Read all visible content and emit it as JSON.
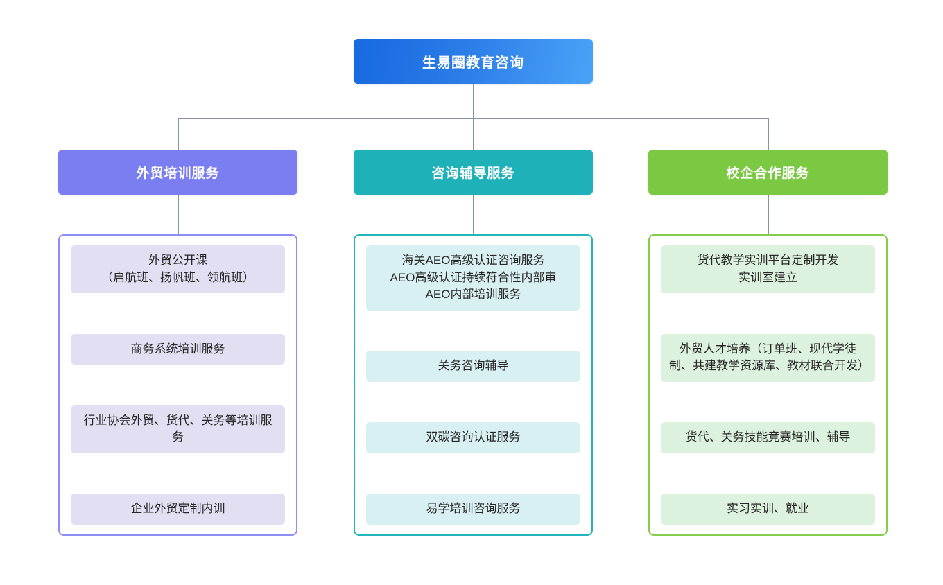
{
  "root": {
    "label": "生易圈教育咨询",
    "color": "#1769e0"
  },
  "branches": [
    {
      "label": "外贸培训服务",
      "header_color": "#7b7ef0",
      "border_color": "#8d8ef2",
      "item_color": "#e2dff3",
      "items": [
        "外贸公开课\n（启航班、扬帆班、领航班）",
        "商务系统培训服务",
        "行业协会外贸、货代、关务等培训服务",
        "企业外贸定制内训"
      ]
    },
    {
      "label": "咨询辅导服务",
      "header_color": "#1eb2b8",
      "border_color": "#22b5bb",
      "item_color": "#d9f0f2",
      "items": [
        "海关AEO高级认证咨询服务\nAEO高级认证持续符合性内部审\nAEO内部培训服务",
        "关务咨询辅导",
        "双碳咨询认证服务",
        "易学培训咨询服务"
      ]
    },
    {
      "label": "校企合作服务",
      "header_color": "#7bc943",
      "border_color": "#86cd4e",
      "item_color": "#ddf2de",
      "items": [
        "货代教学实训平台定制开发\n实训室建立",
        "外贸人才培养（订单班、现代学徒制、共建教学资源库、教材联合开发）",
        "货代、关务技能竞赛培训、辅导",
        "实习实训、就业"
      ]
    }
  ],
  "connector": {
    "color": "#8a93a3"
  }
}
